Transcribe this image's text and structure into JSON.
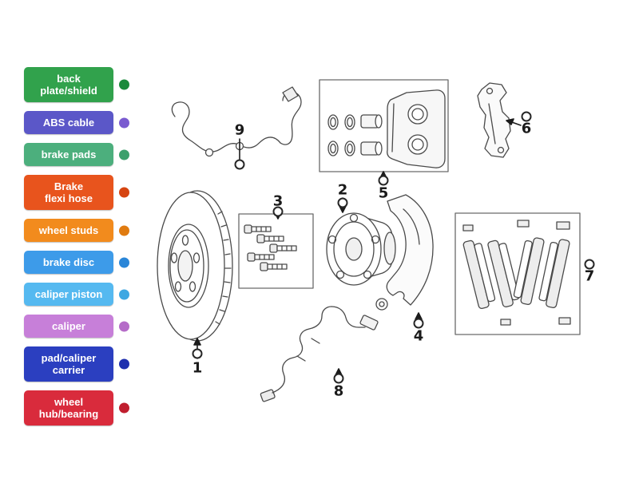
{
  "labels": [
    {
      "text": "back\nplate/shield",
      "bg": "#31a24c",
      "dot": "#1b8a3c"
    },
    {
      "text": "ABS cable",
      "bg": "#5b57c8",
      "dot": "#7a5bd0"
    },
    {
      "text": "brake pads",
      "bg": "#4caf7d",
      "dot": "#3da06c"
    },
    {
      "text": "Brake\nflexi hose",
      "bg": "#e8541d",
      "dot": "#d64511"
    },
    {
      "text": "wheel studs",
      "bg": "#f28b1d",
      "dot": "#e07b10"
    },
    {
      "text": "brake disc",
      "bg": "#3d9be9",
      "dot": "#2a86d8"
    },
    {
      "text": "caliper piston",
      "bg": "#55b9f0",
      "dot": "#3fa8e2"
    },
    {
      "text": "caliper",
      "bg": "#c77fd9",
      "dot": "#b56cc8"
    },
    {
      "text": "pad/caliper\ncarrier",
      "bg": "#2b3fc0",
      "dot": "#1e2fae"
    },
    {
      "text": "wheel\nhub/bearing",
      "bg": "#d92b3c",
      "dot": "#c01e2e"
    }
  ],
  "callouts": [
    {
      "num": "1"
    },
    {
      "num": "2"
    },
    {
      "num": "3"
    },
    {
      "num": "4"
    },
    {
      "num": "5"
    },
    {
      "num": "6"
    },
    {
      "num": "7"
    },
    {
      "num": "8"
    },
    {
      "num": "9"
    }
  ]
}
